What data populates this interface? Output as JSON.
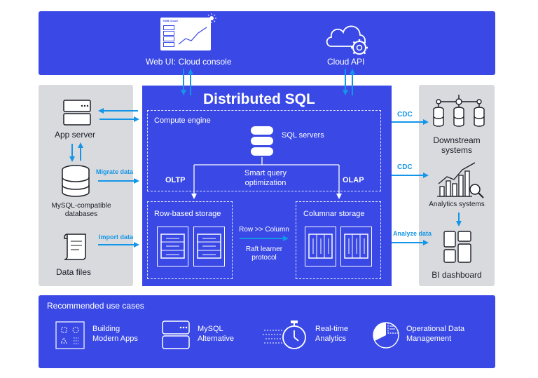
{
  "top": {
    "web_ui_label": "Web UI: Cloud console",
    "console_mini_title": "TiDB Cloud",
    "cloud_api_label": "Cloud API"
  },
  "core": {
    "title": "Distributed SQL",
    "compute_engine": "Compute engine",
    "sql_servers": "SQL servers",
    "smart_query_line1": "Smart query",
    "smart_query_line2": "optimization",
    "oltp": "OLTP",
    "olap": "OLAP",
    "row_storage": "Row-based storage",
    "columnar_storage": "Columnar storage",
    "row_to_column": "Row >> Column",
    "raft_line1": "Raft learner",
    "raft_line2": "protocol"
  },
  "left": {
    "app_server": "App server",
    "mysql_line1": "MySQL-compatible",
    "mysql_line2": "databases",
    "data_files": "Data files",
    "migrate_data": "Migrate data",
    "import_data": "Import data"
  },
  "right": {
    "cdc1": "CDC",
    "cdc2": "CDC",
    "analyze_data": "Analyze data",
    "downstream_line1": "Downstream",
    "downstream_line2": "systems",
    "analytics": "Analytics systems",
    "bi": "BI dashboard"
  },
  "bottom": {
    "title": "Recommended use cases",
    "items": [
      {
        "line1": "Building",
        "line2": "Modern Apps",
        "icon": "modern-apps-icon"
      },
      {
        "line1": "MySQL",
        "line2": "Alternative",
        "icon": "mysql-alternative-icon"
      },
      {
        "line1": "Real-time",
        "line2": "Analytics",
        "icon": "stopwatch-icon"
      },
      {
        "line1": "Operational Data",
        "line2": "Management",
        "icon": "pie-chart-icon"
      }
    ]
  },
  "colors": {
    "brand_blue": "#3a49e6",
    "arrow_blue": "#1496e8",
    "panel_gray": "#d8dade"
  }
}
